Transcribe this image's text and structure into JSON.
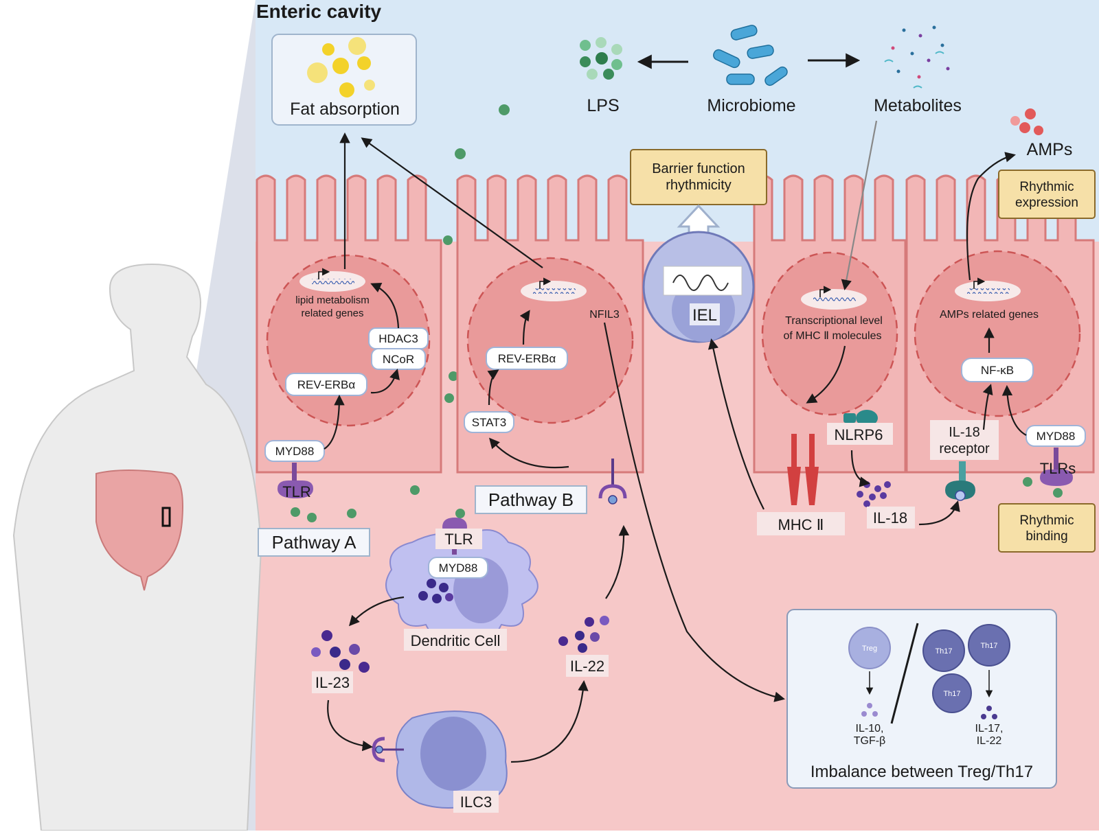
{
  "title": "Enteric cavity",
  "lumen": {
    "fat_absorption": "Fat absorption",
    "lps": "LPS",
    "microbiome": "Microbiome",
    "metabolites": "Metabolites",
    "amps": "AMPs"
  },
  "boxes": {
    "barrier_l1": "Barrier function",
    "barrier_l2": "rhythmicity",
    "rhythmic_expression_l1": "Rhythmic",
    "rhythmic_expression_l2": "expression",
    "rhythmic_binding_l1": "Rhythmic",
    "rhythmic_binding_l2": "binding"
  },
  "cell_a": {
    "genes_l1": "lipid metabolism",
    "genes_l2": "related genes",
    "hdac3": "HDAC3",
    "ncor": "NCoR",
    "rev_erb": "REV-ERBα",
    "myd88": "MYD88",
    "tlr": "TLR",
    "pathway": "Pathway A"
  },
  "cell_b": {
    "nfil3": "NFIL3",
    "rev_erb": "REV-ERBα",
    "stat3": "STAT3",
    "pathway": "Pathway B"
  },
  "iel": {
    "label": "IEL"
  },
  "cell_mhc": {
    "text_l1": "Transcriptional level",
    "text_l2": "of MHC Ⅱ molecules",
    "nlrp6": "NLRP6",
    "mhc": "MHC Ⅱ",
    "il18": "IL-18"
  },
  "cell_amp": {
    "genes": "AMPs related genes",
    "nfkb": "NF-κB",
    "il18r_l1": "IL-18",
    "il18r_l2": "receptor",
    "myd88": "MYD88",
    "tlrs": "TLRs"
  },
  "immune": {
    "dc_tlr": "TLR",
    "dc_myd88": "MYD88",
    "dendritic": "Dendritic Cell",
    "il23": "IL-23",
    "il22": "IL-22",
    "ilc3": "ILC3"
  },
  "imbalance": {
    "treg": "Treg",
    "th17": "Th17",
    "il10_l1": "IL-10,",
    "il10_l2": "TGF-β",
    "il17_l1": "IL-17,",
    "il17_l2": "IL-22",
    "title": "Imbalance between Treg/Th17"
  }
}
